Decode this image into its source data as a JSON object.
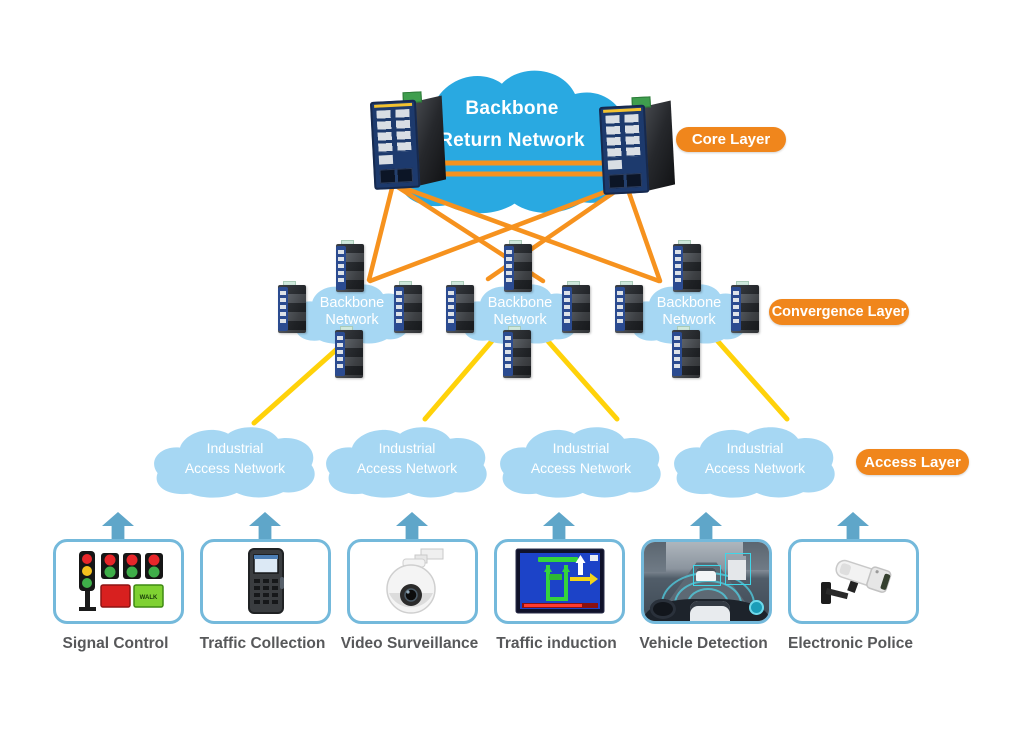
{
  "layers": {
    "core": {
      "badge": "Core Layer",
      "cloud": {
        "line1": "Backbone",
        "line2": "Return Network"
      }
    },
    "convergence": {
      "badge": "Convergence Layer",
      "clouds": [
        {
          "line1": "Backbone",
          "line2": "Network"
        },
        {
          "line1": "Backbone",
          "line2": "Network"
        },
        {
          "line1": "Backbone",
          "line2": "Network"
        }
      ]
    },
    "access": {
      "badge": "Access Layer",
      "clouds": [
        {
          "line1": "Industrial",
          "line2": "Access Network"
        },
        {
          "line1": "Industrial",
          "line2": "Access Network"
        },
        {
          "line1": "Industrial",
          "line2": "Access Network"
        },
        {
          "line1": "Industrial",
          "line2": "Access Network"
        }
      ]
    }
  },
  "devices": [
    {
      "label": "Signal Control",
      "icon": "traffic-signal-icon",
      "walk_text": "WALK"
    },
    {
      "label": "Traffic Collection",
      "icon": "handheld-terminal-icon"
    },
    {
      "label": "Video Surveillance",
      "icon": "ptz-dome-camera-icon"
    },
    {
      "label": "Traffic induction",
      "icon": "traffic-induction-board-icon"
    },
    {
      "label": "Vehicle Detection",
      "icon": "vehicle-detection-scene"
    },
    {
      "label": "Electronic Police",
      "icon": "bullet-camera-icon"
    }
  ],
  "colors": {
    "core_cloud": "#29A9E1",
    "light_cloud": "#A6D7F3",
    "orange_link": "#F6921E",
    "yellow_link": "#FFD20A",
    "badge": "#F0861C",
    "arrow": "#5FA6C9",
    "card_border": "#74B9DB",
    "label_text": "#57585A"
  }
}
